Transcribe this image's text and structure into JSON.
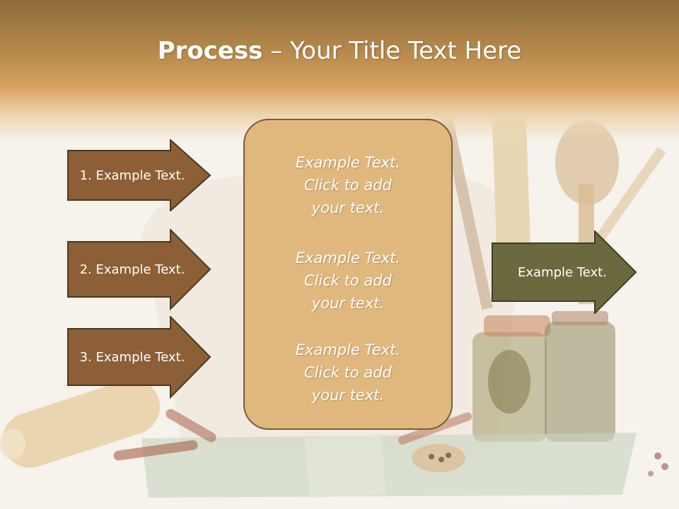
{
  "slide": {
    "title_bold": "Process",
    "title_rest": " – Your Title Text Here"
  },
  "left_arrows": [
    {
      "label": "1. Example Text."
    },
    {
      "label": "2. Example Text."
    },
    {
      "label": "3. Example Text."
    }
  ],
  "center_box": {
    "items": [
      {
        "line1": "Example Text.",
        "line2": "Click  to add",
        "line3": "your text."
      },
      {
        "line1": "Example Text.",
        "line2": "Click  to add",
        "line3": "your text."
      },
      {
        "line1": "Example Text.",
        "line2": "Click  to add",
        "line3": "your text."
      }
    ]
  },
  "right_arrow": {
    "label": "Example Text."
  },
  "colors": {
    "left_arrow_fill": "#8c5f37",
    "right_arrow_fill": "#6b6a3e",
    "center_fill": "#e0b87e",
    "header": "#b88a4c"
  }
}
